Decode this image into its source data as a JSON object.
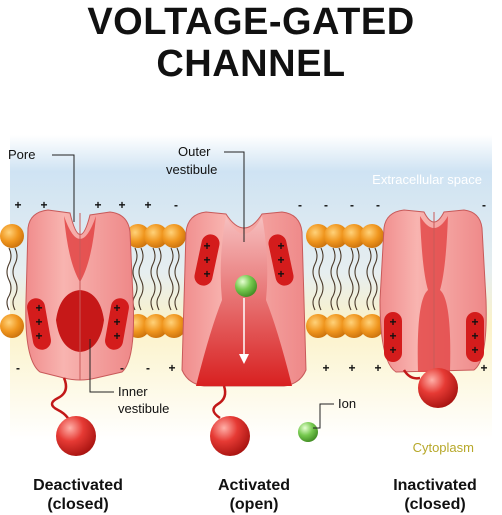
{
  "title": {
    "line1": "VOLTAGE-GATED",
    "line2": "CHANNEL"
  },
  "regions": {
    "extracellular": "Extracellular space",
    "cytoplasm": "Cytoplasm"
  },
  "labels": {
    "pore": "Pore",
    "outer_vestibule_1": "Outer",
    "outer_vestibule_2": "vestibule",
    "inner_vestibule_1": "Inner",
    "inner_vestibule_2": "vestibule",
    "ion": "Ion"
  },
  "charges": {
    "plus": "+",
    "minus": "-"
  },
  "states": [
    {
      "line1": "Deactivated",
      "line2": "(closed)"
    },
    {
      "line1": "Activated",
      "line2": "(open)"
    },
    {
      "line1": "Inactivated",
      "line2": "(closed)"
    }
  ],
  "colors": {
    "extracellular_bg": "#cfe3f3",
    "cytoplasm_bg": "#fbf4cf",
    "lipid_head": "#f0961e",
    "channel": "#f4a3a3",
    "channel_dark": "#d42a2a",
    "ion": "#6cc24a",
    "ball": "#e03a3a"
  }
}
